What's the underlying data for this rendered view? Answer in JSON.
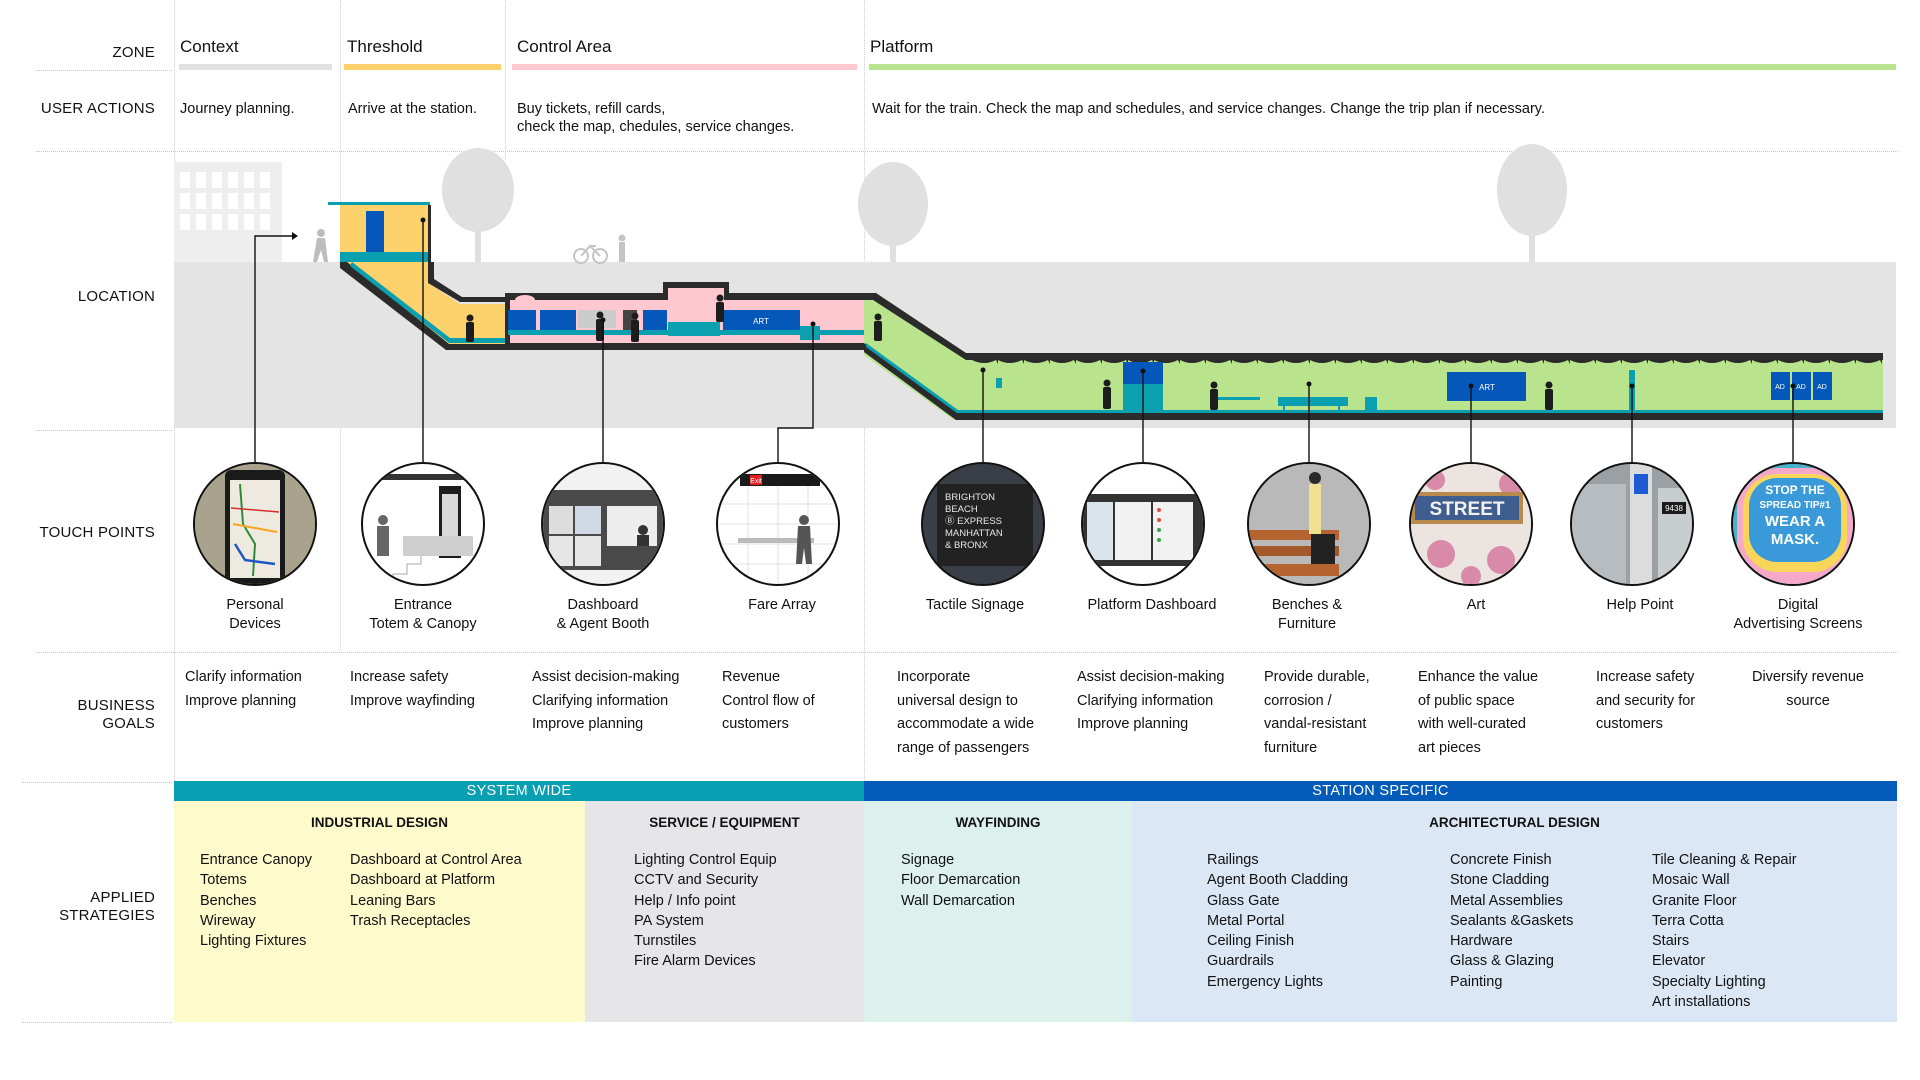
{
  "row_labels": {
    "zone": "ZONE",
    "user_actions": "USER ACTIONS",
    "location": "LOCATION",
    "touch_points": "TOUCH POINTS",
    "business_goals_1": "BUSINESS",
    "business_goals_2": "GOALS",
    "applied_strategies_1": "APPLIED",
    "applied_strategies_2": "STRATEGIES"
  },
  "zones": [
    {
      "name": "Context",
      "color": "#e2e2e2"
    },
    {
      "name": "Threshold",
      "color": "#fdd16b"
    },
    {
      "name": "Control Area",
      "color": "#ffc7cf"
    },
    {
      "name": "Platform",
      "color": "#b9e38d"
    }
  ],
  "user_actions": {
    "context": "Journey planning.",
    "threshold": "Arrive at the station.",
    "control_area_1": "Buy tickets, refill cards,",
    "control_area_2": "check the map, chedules, service changes.",
    "platform": "Wait for the train. Check the map and schedules, and service changes. Change the trip plan if necessary."
  },
  "location": {
    "art_label": "ART",
    "ad_label": "AD"
  },
  "touch_points": [
    {
      "id": "personal-devices",
      "line1": "Personal",
      "line2": "Devices"
    },
    {
      "id": "entrance-totem-canopy",
      "line1": "Entrance",
      "line2": "Totem & Canopy"
    },
    {
      "id": "dashboard-agent-booth",
      "line1": "Dashboard",
      "line2": "& Agent Booth"
    },
    {
      "id": "fare-array",
      "line1": "Fare Array",
      "line2": ""
    },
    {
      "id": "tactile-signage",
      "line1": "Tactile Signage",
      "line2": ""
    },
    {
      "id": "platform-dashboard",
      "line1": "Platform  Dashboard",
      "line2": ""
    },
    {
      "id": "benches-furniture",
      "line1": "Benches &",
      "line2": "Furniture"
    },
    {
      "id": "art",
      "line1": "Art",
      "line2": ""
    },
    {
      "id": "help-point",
      "line1": "Help Point",
      "line2": ""
    },
    {
      "id": "digital-advertising-screens",
      "line1": "Digital",
      "line2": "Advertising  Screens"
    }
  ],
  "touch_point_images": {
    "tactile_sign_lines": [
      "BRIGHTON",
      "BEACH",
      "Ⓑ EXPRESS",
      "MANHATTAN",
      "& BRONX"
    ],
    "art_word": "STREET",
    "ad_lines": [
      "STOP THE",
      "SPREAD TIP#1",
      "WEAR A",
      "MASK."
    ],
    "exit_sign": "Exit",
    "help_point_number": "9438"
  },
  "business_goals": [
    [
      "Clarify information",
      "Improve planning"
    ],
    [
      "Increase safety",
      "Improve wayfinding"
    ],
    [
      "Assist decision-making",
      "Clarifying information",
      "Improve planning"
    ],
    [
      "Revenue",
      "Control flow of",
      "customers"
    ],
    [
      "Incorporate",
      "universal design to",
      "accommodate a wide",
      "range of passengers"
    ],
    [
      "Assist decision-making",
      "Clarifying information",
      "Improve planning"
    ],
    [
      "Provide durable,",
      "corrosion /",
      "vandal-resistant",
      "furniture"
    ],
    [
      "Enhance the value",
      "of public space",
      "with well-curated",
      "art pieces"
    ],
    [
      "Increase safety",
      "and security for",
      "customers"
    ],
    [
      "Diversify revenue",
      "source"
    ]
  ],
  "strategy_bands": {
    "system_wide": {
      "label": "SYSTEM WIDE",
      "color": "#079fb1"
    },
    "station_specific": {
      "label": "STATION SPECIFIC",
      "color": "#035bb9"
    }
  },
  "strategies": {
    "industrial_design": {
      "title": "INDUSTRIAL DESIGN",
      "color": "#fdfacc",
      "col1": [
        "Entrance Canopy",
        "Totems",
        "Benches",
        "Wireway",
        "Lighting Fixtures"
      ],
      "col2": [
        "Dashboard at Control Area",
        "Dashboard at Platform",
        "Leaning Bars",
        "Trash Receptacles"
      ]
    },
    "service_equipment": {
      "title": "SERVICE / EQUIPMENT",
      "color": "#e6e6e8",
      "items": [
        "Lighting Control Equip",
        "CCTV and Security",
        "Help / Info point",
        "PA System",
        "Turnstiles",
        "Fire Alarm Devices"
      ]
    },
    "wayfinding": {
      "title": "WAYFINDING",
      "color": "#dcf0ec",
      "items": [
        "Signage",
        "Floor Demarcation",
        "Wall Demarcation"
      ]
    },
    "architectural_design": {
      "title": "ARCHITECTURAL DESIGN",
      "color": "#dce7f6",
      "col1": [
        "Railings",
        "Agent Booth Cladding",
        "Glass Gate",
        "Metal Portal",
        "Ceiling Finish",
        "Guardrails",
        "Emergency Lights"
      ],
      "col2": [
        "Concrete Finish",
        "Stone Cladding",
        "Metal Assemblies",
        "Sealants &Gaskets",
        "Hardware",
        "Glass & Glazing",
        "Painting"
      ],
      "col3": [
        "Tile Cleaning & Repair",
        "Mosaic Wall",
        "Granite Floor",
        "Terra Cotta",
        "Stairs",
        "Elevator",
        "Specialty Lighting",
        "Art installations"
      ]
    }
  }
}
